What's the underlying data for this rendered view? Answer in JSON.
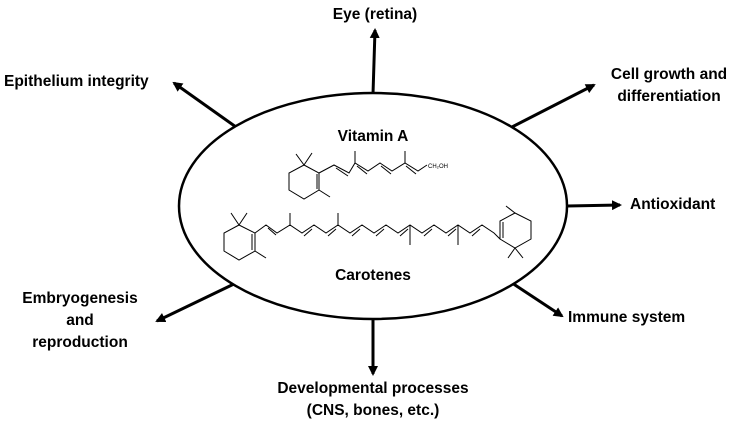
{
  "center": {
    "top_label": "Vitamin A",
    "bottom_label": "Carotenes",
    "chem_group": "CH₂OH"
  },
  "functions": {
    "eye": "Eye (retina)",
    "epithelium": "Epithelium integrity",
    "cell_growth": [
      "Cell growth and",
      "differentiation"
    ],
    "antioxidant": "Antioxidant",
    "immune": "Immune system",
    "developmental": [
      "Developmental processes",
      "(CNS, bones, etc.)"
    ],
    "embryogenesis": [
      "Embryogenesis",
      "and",
      "reproduction"
    ]
  },
  "colors": {
    "line": "#000000",
    "background": "#ffffff"
  }
}
